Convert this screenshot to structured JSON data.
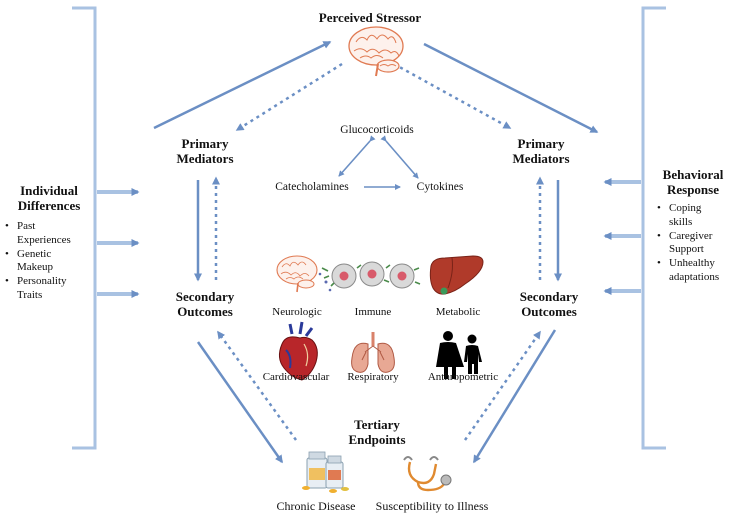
{
  "title": "Perceived Stressor",
  "primary_left": [
    "Primary",
    "Mediators"
  ],
  "primary_right": [
    "Primary",
    "Mediators"
  ],
  "secondary_left": [
    "Secondary",
    "Outcomes"
  ],
  "secondary_right": [
    "Secondary",
    "Outcomes"
  ],
  "tertiary": [
    "Tertiary",
    "Endpoints"
  ],
  "mediators": {
    "glucocorticoids": "Glucocorticoids",
    "catecholamines": "Catecholamines",
    "cytokines": "Cytokines"
  },
  "outcome_labels": {
    "neurologic": "Neurologic",
    "immune": "Immune",
    "metabolic": "Metabolic",
    "cardiovascular": "Cardiovascular",
    "respiratory": "Respiratory",
    "anthropometric": "Anthropometric"
  },
  "endpoint_labels": {
    "chronic": "Chronic Disease",
    "susceptibility": "Susceptibility to Illness"
  },
  "individual_differences": {
    "heading": [
      "Individual",
      "Differences"
    ],
    "items": [
      [
        "Past",
        "Experiences"
      ],
      [
        "Genetic",
        "Makeup"
      ],
      [
        "Personality",
        "Traits"
      ]
    ]
  },
  "behavioral_response": {
    "heading": [
      "Behavioral",
      "Response"
    ],
    "items": [
      [
        "Coping",
        "skills"
      ],
      [
        "Caregiver",
        "Support"
      ],
      [
        "Unhealthy",
        "adaptations"
      ]
    ]
  },
  "icons": [
    "brain-icon",
    "immune-cells-icon",
    "liver-icon",
    "heart-icon",
    "lungs-icon",
    "people-icon",
    "pill-bottles-icon",
    "stethoscope-icon"
  ],
  "colors": {
    "arrow": "#6b8fc4",
    "bracket": "#a9c2e2",
    "brain": "#e07a52",
    "liver": "#b03a2a",
    "lungs": "#d9826a"
  }
}
